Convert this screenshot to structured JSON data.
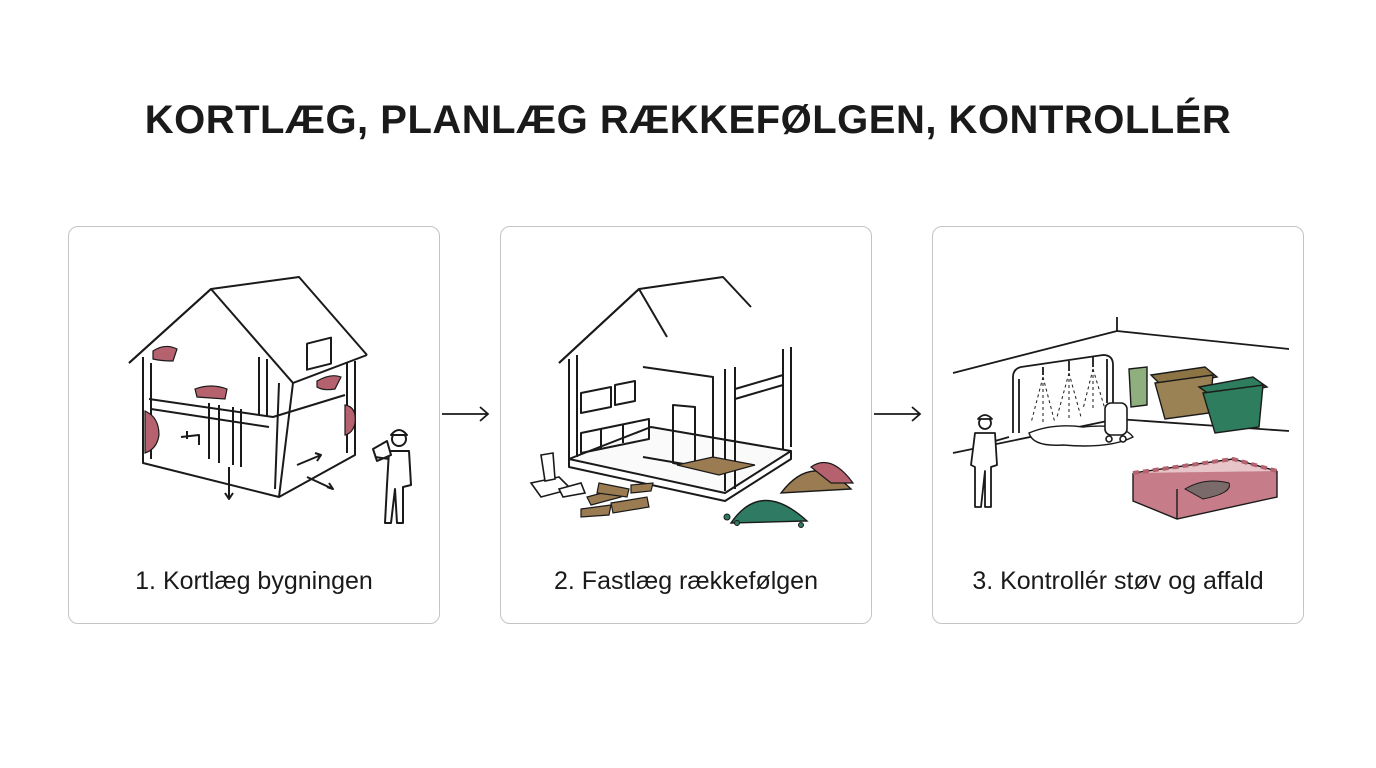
{
  "title": "KORTLÆG, PLANLÆG RÆKKEFØLGEN, KONTROLLÉR",
  "steps": [
    {
      "label": "1. Kortlæg bygningen",
      "icon": "house-survey-icon"
    },
    {
      "label": "2. Fastlæg rækkefølgen",
      "icon": "demolition-sequence-icon"
    },
    {
      "label": "3. Kontrollér støv og affald",
      "icon": "dust-waste-control-icon"
    }
  ],
  "colors": {
    "hazard": "#b5616e",
    "earth_brown": "#9a7b52",
    "rubble_green": "#2f7a63",
    "container_brown": "#8c7445",
    "container_green": "#2e7d5e",
    "card_border": "#c4c4c4"
  }
}
